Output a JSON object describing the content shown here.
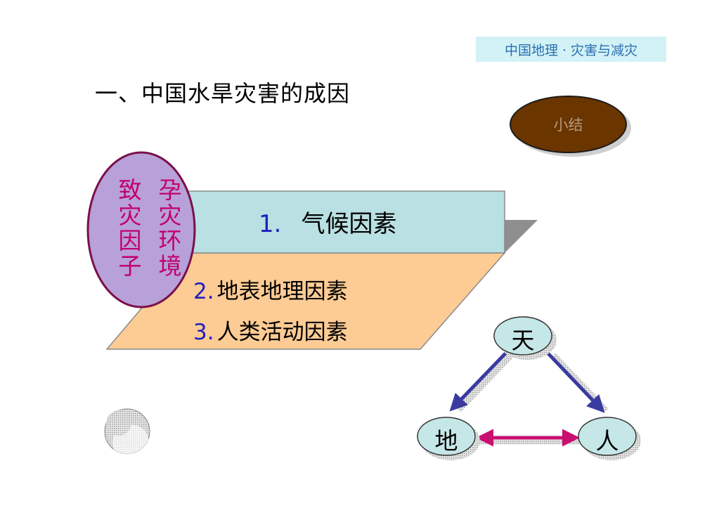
{
  "header": {
    "course_tag": "中国地理 · 灾害与减灾",
    "title": "一、中国水旱灾害的成因"
  },
  "summary_button": {
    "label": "小结"
  },
  "factors": [
    {
      "num": "1.",
      "text": "气候因素"
    },
    {
      "num": "2.",
      "text": "地表地理因素"
    },
    {
      "num": "3.",
      "text": "人类活动因素"
    }
  ],
  "oval_labels": {
    "col_a": [
      "致",
      "灾",
      "因",
      "子"
    ],
    "col_b": [
      "孕",
      "灾",
      "环",
      "境"
    ]
  },
  "triangle": {
    "top": "天",
    "left": "地",
    "right": "人"
  },
  "colors": {
    "cyan_panel": "#b9e0e3",
    "peach_panel": "#fdcb94",
    "oval": "#b8a0d8",
    "oval_border": "#7a0f4a",
    "magenta_text": "#c0006b",
    "summary_fill": "#6b3500",
    "arrow_blue": "#3a3aa0",
    "arrow_magenta": "#c8106e"
  }
}
